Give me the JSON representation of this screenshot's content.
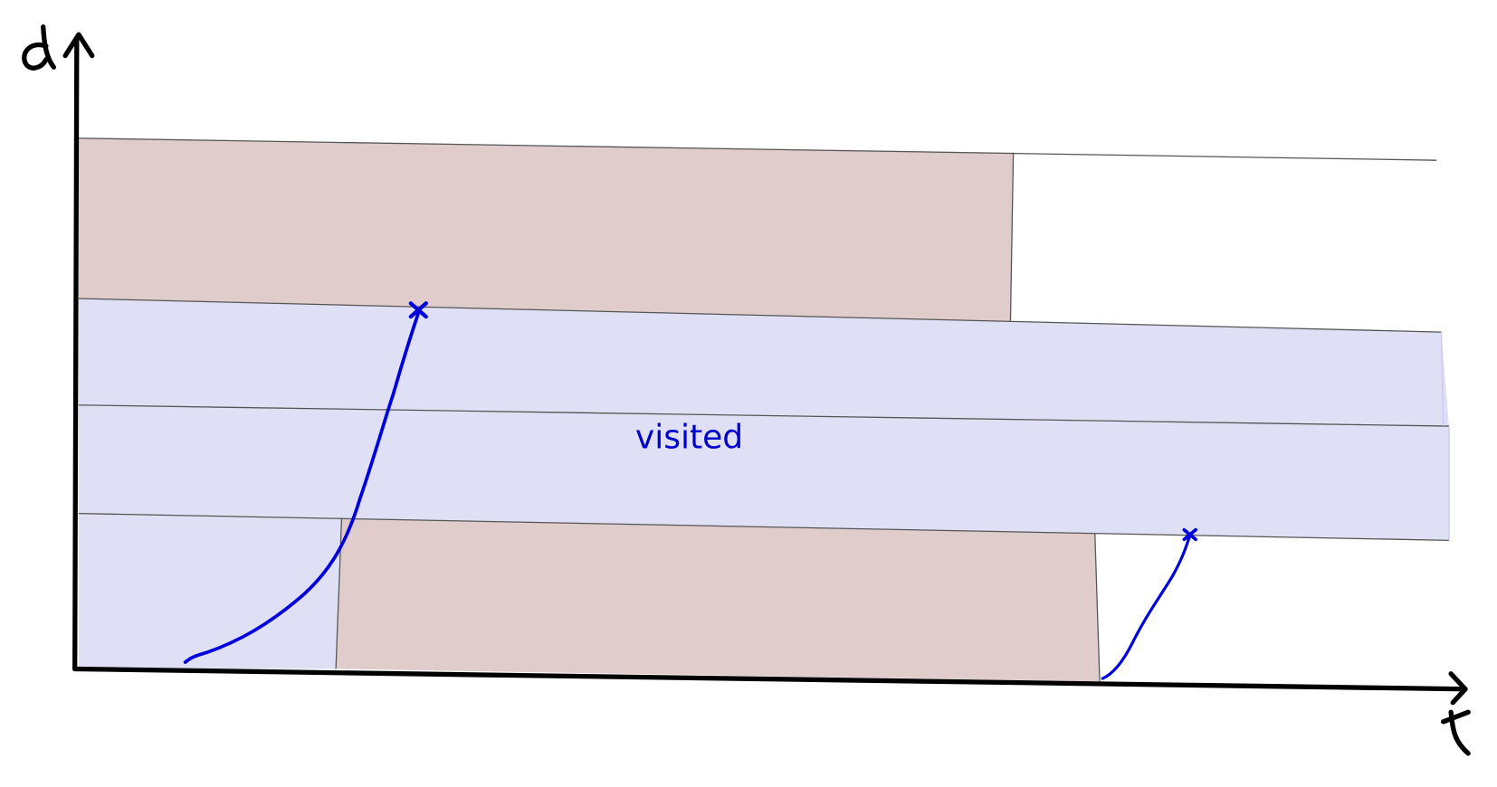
{
  "diagram": {
    "title": "",
    "axes": {
      "y_label": "d",
      "x_label": "t",
      "color": "#000000"
    },
    "region_label": "visited",
    "colors": {
      "visited_fill": "#dfdff5",
      "blocked_fill": "#e1cccc",
      "curve": "#0000dd",
      "label": "#0000cc",
      "band_line": "#555555"
    },
    "bands": [
      {
        "name": "top-band",
        "fill": "blocked",
        "span": "t0 to ~t_mid"
      },
      {
        "name": "upper-visited-band",
        "fill": "visited"
      },
      {
        "name": "lower-visited-band",
        "fill": "visited"
      },
      {
        "name": "bottom-band",
        "fill": "mixed: visited then blocked then empty"
      }
    ],
    "curves": [
      {
        "name": "trajectory-1",
        "marker": "x",
        "end": "top of upper visited band"
      },
      {
        "name": "trajectory-2",
        "marker": "x",
        "end": "bottom of lower visited band"
      }
    ]
  }
}
